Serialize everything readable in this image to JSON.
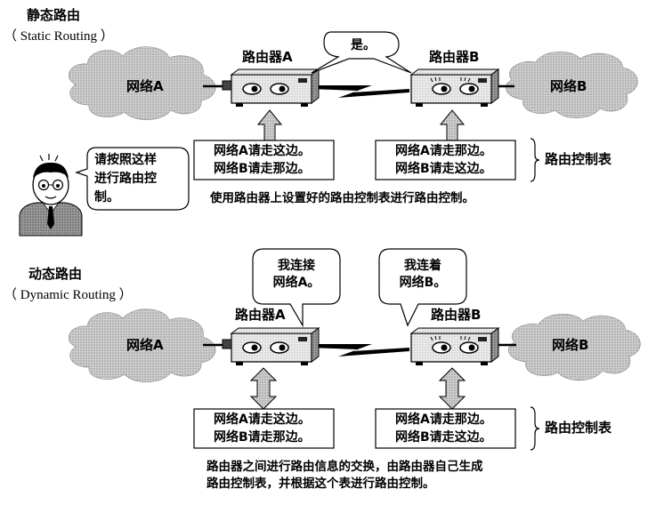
{
  "static_section": {
    "title": "静态路由",
    "subtitle": "（ Static Routing ）",
    "network_a": "网络A",
    "network_b": "网络B",
    "router_a": "路由器A",
    "router_b": "路由器B",
    "speech_bubble": "是。",
    "admin_bubble": [
      "请按照这样",
      "进行路由控",
      "制。"
    ],
    "table_a": [
      "网络A请走这边。",
      "网络B请走那边。"
    ],
    "table_b": [
      "网络A请走那边。",
      "网络B请走这边。"
    ],
    "table_label": "路由控制表",
    "caption": "使用路由器上设置好的路由控制表进行路由控制。"
  },
  "dynamic_section": {
    "title": "动态路由",
    "subtitle": "（ Dynamic Routing ）",
    "network_a": "网络A",
    "network_b": "网络B",
    "router_a": "路由器A",
    "router_b": "路由器B",
    "bubble_a": [
      "我连接",
      "网络A。"
    ],
    "bubble_b": [
      "我连着",
      "网络B。"
    ],
    "table_a": [
      "网络A请走这边。",
      "网络B请走那边。"
    ],
    "table_b": [
      "网络A请走那边。",
      "网络B请走这边。"
    ],
    "table_label": "路由控制表",
    "caption": [
      "路由器之间进行路由信息的交换，由路由器自己生成",
      "路由控制表，并根据这个表进行路由控制。"
    ]
  },
  "icons": [
    "cloud-icon",
    "router-icon",
    "lightning-link-icon",
    "up-arrow-icon",
    "bidirectional-arrow-icon",
    "administrator-icon",
    "brace-icon"
  ]
}
